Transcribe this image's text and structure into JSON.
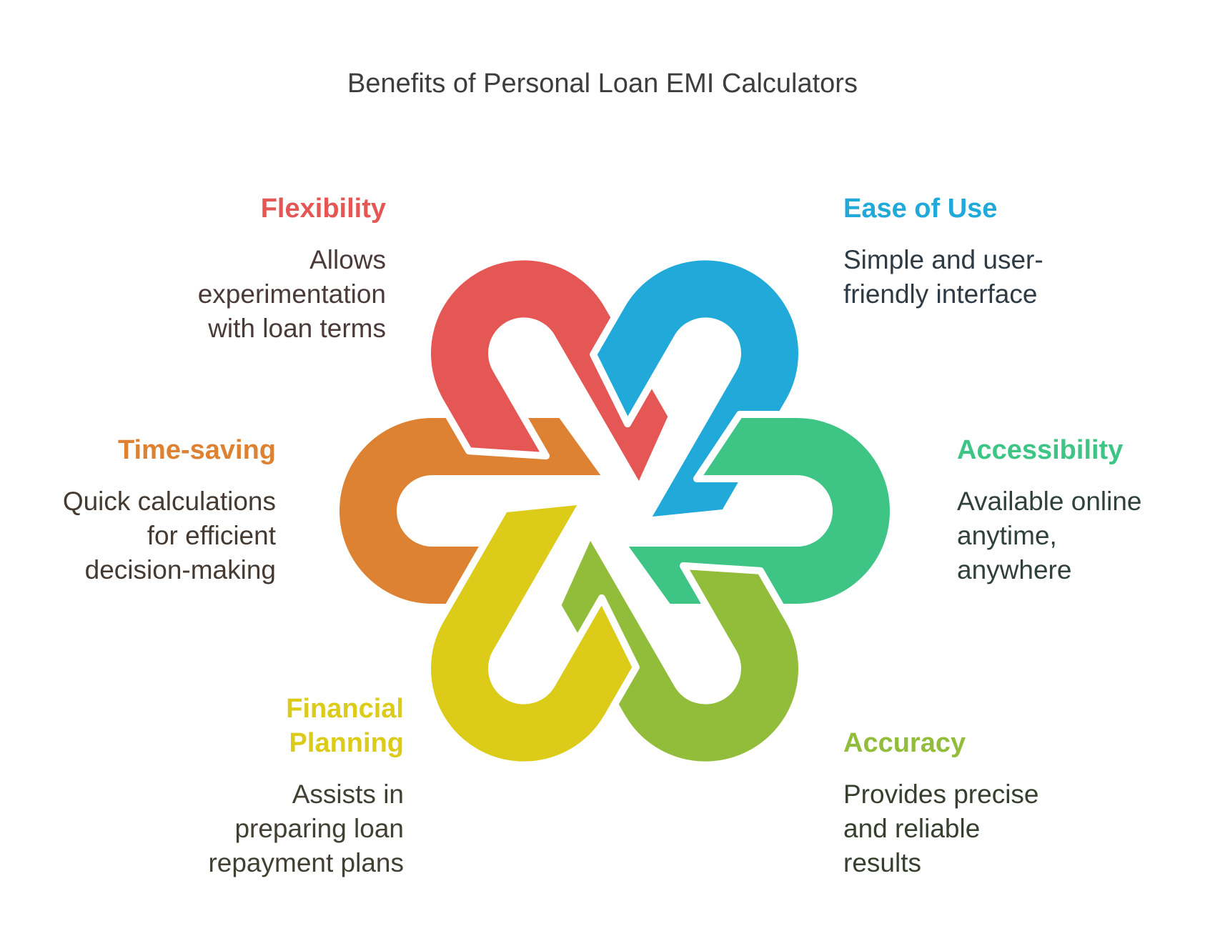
{
  "title": "Benefits of Personal Loan EMI Calculators",
  "items": [
    {
      "key": "flexibility",
      "heading": "Flexibility",
      "color": "#e45755",
      "lines": [
        "Allows",
        "experimentation",
        "with loan terms"
      ],
      "text_color": "#4a3b3a"
    },
    {
      "key": "ease",
      "heading": "Ease of Use",
      "color": "#21a9da",
      "lines": [
        "Simple and user-",
        "friendly interface"
      ],
      "text_color": "#2f3b44"
    },
    {
      "key": "time",
      "heading": "Time-saving",
      "color": "#dc8232",
      "lines": [
        "Quick calculations",
        "for efficient",
        "decision-making"
      ],
      "text_color": "#453a31"
    },
    {
      "key": "access",
      "heading": "Accessibility",
      "color": "#3ec585",
      "lines": [
        "Available online",
        "anytime,",
        "anywhere"
      ],
      "text_color": "#2f413a"
    },
    {
      "key": "planning",
      "heading_lines": [
        "Financial",
        "Planning"
      ],
      "color": "#dccb18",
      "lines": [
        "Assists in",
        "preparing loan",
        "repayment plans"
      ],
      "text_color": "#414033"
    },
    {
      "key": "accuracy",
      "heading": "Accuracy",
      "color": "#91bd3a",
      "lines": [
        "Provides precise",
        "and reliable",
        "results"
      ],
      "text_color": "#373f2e"
    }
  ]
}
